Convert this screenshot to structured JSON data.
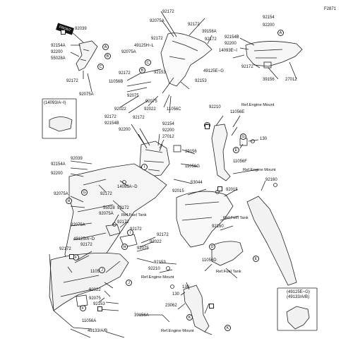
{
  "diagram_code": "F2871",
  "front_label": "FRONT",
  "inset_left": {
    "title": "(14093/A~I)"
  },
  "inset_right": {
    "title_line1": "(49125E~G)",
    "title_line2": "(49133/A/B)"
  },
  "labels": [
    {
      "id": "l01",
      "text": "92039"
    },
    {
      "id": "l02",
      "text": "92154A"
    },
    {
      "id": "l03",
      "text": "92200"
    },
    {
      "id": "l04",
      "text": "55028A"
    },
    {
      "id": "l05",
      "text": "92172"
    },
    {
      "id": "l06",
      "text": "92075A"
    },
    {
      "id": "l07",
      "text": "92172"
    },
    {
      "id": "l08",
      "text": "92075A"
    },
    {
      "id": "l09",
      "text": "92172"
    },
    {
      "id": "l10",
      "text": "49125H~L"
    },
    {
      "id": "l11",
      "text": "92075A"
    },
    {
      "id": "l12",
      "text": "92172"
    },
    {
      "id": "l13",
      "text": "39156A"
    },
    {
      "id": "l14",
      "text": "92172"
    },
    {
      "id": "l15",
      "text": "92154"
    },
    {
      "id": "l16",
      "text": "92200"
    },
    {
      "id": "l17",
      "text": "92154B"
    },
    {
      "id": "l18",
      "text": "92200"
    },
    {
      "id": "l19",
      "text": "14093E~I"
    },
    {
      "id": "l20",
      "text": "92172"
    },
    {
      "id": "l21",
      "text": "39156"
    },
    {
      "id": "l22",
      "text": "27012"
    },
    {
      "id": "l23",
      "text": "49125E~G"
    },
    {
      "id": "l24",
      "text": "92153"
    },
    {
      "id": "l25",
      "text": "92172"
    },
    {
      "id": "l26",
      "text": "92153"
    },
    {
      "id": "l27",
      "text": "11056B"
    },
    {
      "id": "l28",
      "text": "92075"
    },
    {
      "id": "l29",
      "text": "92022"
    },
    {
      "id": "l30",
      "text": "92075"
    },
    {
      "id": "l31",
      "text": "92022"
    },
    {
      "id": "l32",
      "text": "11056C"
    },
    {
      "id": "l33",
      "text": "92172"
    },
    {
      "id": "l34",
      "text": "92154B"
    },
    {
      "id": "l35",
      "text": "92172"
    },
    {
      "id": "l36",
      "text": "92154"
    },
    {
      "id": "l37",
      "text": "92200"
    },
    {
      "id": "l38",
      "text": "92200"
    },
    {
      "id": "l39",
      "text": "27012"
    },
    {
      "id": "l40",
      "text": "92210"
    },
    {
      "id": "l41",
      "text": "11056E"
    },
    {
      "id": "l42",
      "text": "Ref.Engine Mount"
    },
    {
      "id": "l43",
      "text": "130"
    },
    {
      "id": "l44",
      "text": "11056F"
    },
    {
      "id": "l45",
      "text": "Ref.Engine Mount"
    },
    {
      "id": "l46",
      "text": "39156"
    },
    {
      "id": "l47",
      "text": "11056G"
    },
    {
      "id": "l48",
      "text": "92039"
    },
    {
      "id": "l49",
      "text": "92154A"
    },
    {
      "id": "l50",
      "text": "92200"
    },
    {
      "id": "l51",
      "text": "92172"
    },
    {
      "id": "l52",
      "text": "14093A~D"
    },
    {
      "id": "l53",
      "text": "53044"
    },
    {
      "id": "l54",
      "text": "92015"
    },
    {
      "id": "l55",
      "text": "92015"
    },
    {
      "id": "l56",
      "text": "92160"
    },
    {
      "id": "l57",
      "text": "92075A"
    },
    {
      "id": "l58",
      "text": "55028"
    },
    {
      "id": "l59",
      "text": "92075A"
    },
    {
      "id": "l60",
      "text": "92172"
    },
    {
      "id": "l61",
      "text": "Ref.Fuel Tank"
    },
    {
      "id": "l62",
      "text": "92172"
    },
    {
      "id": "l63",
      "text": "92075A"
    },
    {
      "id": "l64",
      "text": "92172"
    },
    {
      "id": "l65",
      "text": "Ref.Fuel Tank"
    },
    {
      "id": "l66",
      "text": "92160"
    },
    {
      "id": "l67",
      "text": "49125/A~D"
    },
    {
      "id": "l68",
      "text": "92172"
    },
    {
      "id": "l69",
      "text": "92172"
    },
    {
      "id": "l70",
      "text": "92172"
    },
    {
      "id": "l71",
      "text": "92022"
    },
    {
      "id": "l72",
      "text": "92075"
    },
    {
      "id": "l73",
      "text": "92153"
    },
    {
      "id": "l74",
      "text": "11056D"
    },
    {
      "id": "l75",
      "text": "92210"
    },
    {
      "id": "l76",
      "text": "Ref.Fuel Tank"
    },
    {
      "id": "l77",
      "text": "11056"
    },
    {
      "id": "l78",
      "text": "92022"
    },
    {
      "id": "l79",
      "text": "Ref.Engine Mount"
    },
    {
      "id": "l80",
      "text": "92075"
    },
    {
      "id": "l81",
      "text": "92153"
    },
    {
      "id": "l82",
      "text": "130"
    },
    {
      "id": "l83",
      "text": "130"
    },
    {
      "id": "l84",
      "text": "11056A"
    },
    {
      "id": "l85",
      "text": "39156A"
    },
    {
      "id": "l86",
      "text": "23062"
    },
    {
      "id": "l87",
      "text": "49133/A/B"
    },
    {
      "id": "l88",
      "text": "Ref.Engine Mount"
    }
  ],
  "callouts": [
    "A",
    "B",
    "C",
    "A",
    "B",
    "C",
    "D",
    "E",
    "F",
    "G",
    "H",
    "I",
    "J",
    "K",
    "D",
    "E",
    "F",
    "G",
    "H",
    "I",
    "J",
    "K"
  ]
}
